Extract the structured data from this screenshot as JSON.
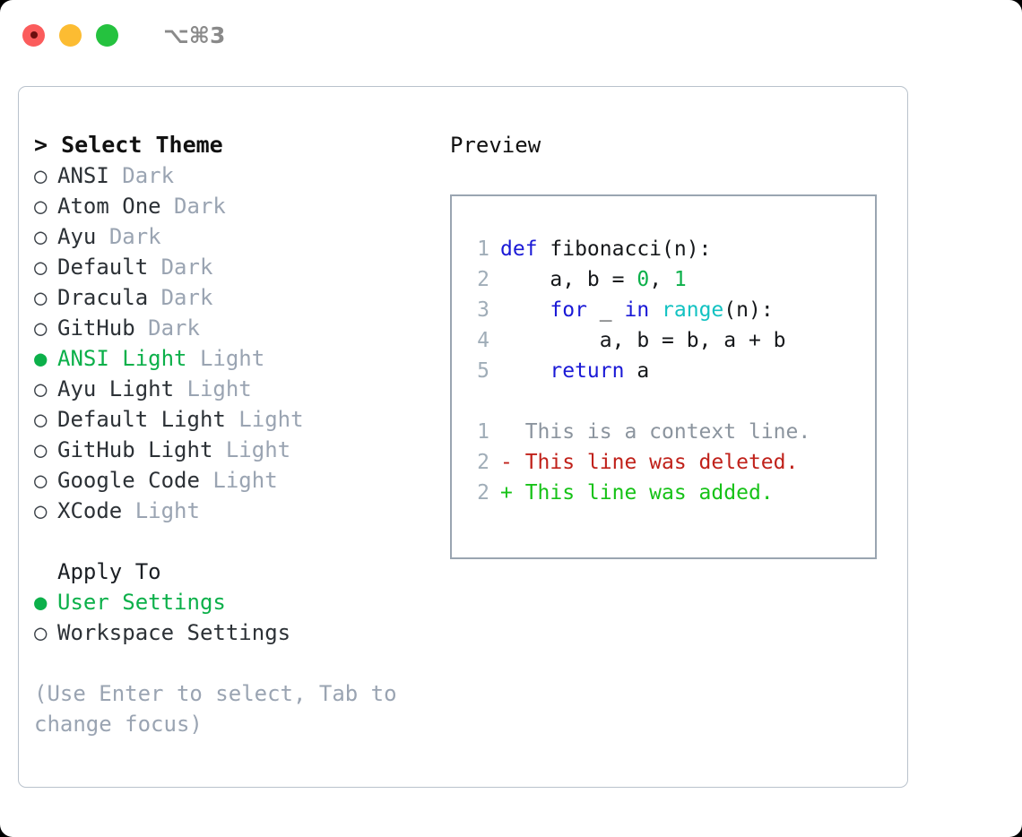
{
  "titlebar": {
    "shortcut": "⌥⌘3",
    "lights": [
      {
        "name": "close",
        "color": "#fb5c5c"
      },
      {
        "name": "minimize",
        "color": "#fcbc32"
      },
      {
        "name": "maximize",
        "color": "#25c23f"
      }
    ]
  },
  "theme_picker": {
    "header": "> Select Theme",
    "selected_bullet": "●",
    "unselected_bullet": "○",
    "items": [
      {
        "label": "ANSI",
        "suffix": "Dark",
        "selected": false
      },
      {
        "label": "Atom One",
        "suffix": "Dark",
        "selected": false
      },
      {
        "label": "Ayu",
        "suffix": "Dark",
        "selected": false
      },
      {
        "label": "Default",
        "suffix": "Dark",
        "selected": false
      },
      {
        "label": "Dracula",
        "suffix": "Dark",
        "selected": false
      },
      {
        "label": "GitHub",
        "suffix": "Dark",
        "selected": false
      },
      {
        "label": "ANSI Light",
        "suffix": "Light",
        "selected": true
      },
      {
        "label": "Ayu Light",
        "suffix": "Light",
        "selected": false
      },
      {
        "label": "Default Light",
        "suffix": "Light",
        "selected": false
      },
      {
        "label": "GitHub Light",
        "suffix": "Light",
        "selected": false
      },
      {
        "label": "Google Code",
        "suffix": "Light",
        "selected": false
      },
      {
        "label": "XCode",
        "suffix": "Light",
        "selected": false
      }
    ]
  },
  "apply_to": {
    "header": "Apply To",
    "items": [
      {
        "label": "User Settings",
        "selected": true
      },
      {
        "label": "Workspace Settings",
        "selected": false
      }
    ]
  },
  "hint": "(Use Enter to select, Tab to change focus)",
  "preview": {
    "title": "Preview",
    "code_lines": [
      {
        "num": "1",
        "tokens": [
          {
            "t": "def",
            "c": "kw"
          },
          {
            "t": " fibonacci(n):",
            "c": "id"
          }
        ]
      },
      {
        "num": "2",
        "tokens": [
          {
            "t": "    a, b = ",
            "c": "id"
          },
          {
            "t": "0",
            "c": "num"
          },
          {
            "t": ", ",
            "c": "id"
          },
          {
            "t": "1",
            "c": "num"
          }
        ]
      },
      {
        "num": "3",
        "tokens": [
          {
            "t": "    ",
            "c": "id"
          },
          {
            "t": "for",
            "c": "kw"
          },
          {
            "t": " _ ",
            "c": "id"
          },
          {
            "t": "in",
            "c": "kw"
          },
          {
            "t": " ",
            "c": "id"
          },
          {
            "t": "range",
            "c": "fn"
          },
          {
            "t": "(n):",
            "c": "id"
          }
        ]
      },
      {
        "num": "4",
        "tokens": [
          {
            "t": "        a, b = b, a + b",
            "c": "id"
          }
        ]
      },
      {
        "num": "5",
        "tokens": [
          {
            "t": "    ",
            "c": "id"
          },
          {
            "t": "return",
            "c": "kw"
          },
          {
            "t": " a",
            "c": "id"
          }
        ]
      }
    ],
    "diff_lines": [
      {
        "num": "1",
        "marker": "  ",
        "text": "This is a context line.",
        "kind": "ctx"
      },
      {
        "num": "2",
        "marker": "- ",
        "text": "This line was deleted.",
        "kind": "del"
      },
      {
        "num": "2",
        "marker": "+ ",
        "text": "This line was added.",
        "kind": "add"
      }
    ]
  },
  "colors": {
    "accent_green": "#0cb04a",
    "muted": "#9aa4b2",
    "keyword": "#1a19d6",
    "function": "#13c2c2",
    "number": "#0cb04a",
    "diff_add": "#16c217",
    "diff_del": "#c0211a",
    "diff_ctx": "#8b949e",
    "border": "#9aa5b1"
  }
}
